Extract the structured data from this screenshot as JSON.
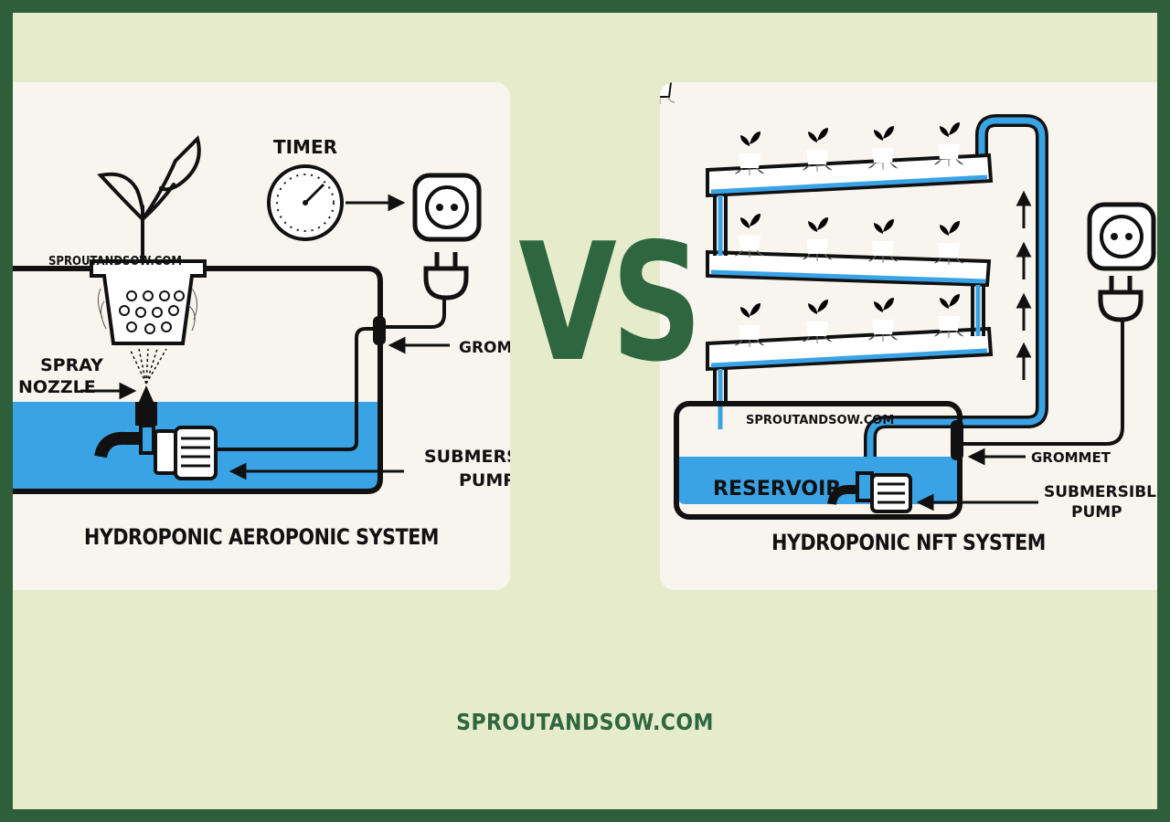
{
  "vs_label": "VS",
  "website": "SPROUTANDSOW.COM",
  "colors": {
    "border": "#2f5f3a",
    "background": "#e6eccb",
    "panel": "#f8f5ef",
    "water": "#3aa3e6",
    "accent": "#2e6640"
  },
  "left": {
    "title": "HYDROPONIC AEROPONIC SYSTEM",
    "pot_label": "SPROUTANDSOW.COM",
    "timer_label": "TIMER",
    "spray_label": [
      "SPRAY",
      "NOZZLE"
    ],
    "grommet_label": "GROMM",
    "pump_label": [
      "SUBMERSI",
      "PUMP"
    ],
    "icons": [
      "plant-icon",
      "timer-icon",
      "power-outlet-icon",
      "power-plug-icon",
      "pump-icon"
    ]
  },
  "right": {
    "title": "HYDROPONIC NFT SYSTEM",
    "tank_label": "SPROUTANDSOW.COM",
    "reservoir_label": "RESERVOIR",
    "grommet_label": "GROMMET",
    "pump_label": [
      "SUBMERSIBLE",
      "PUMP"
    ],
    "icons": [
      "seedling-icon",
      "power-outlet-icon",
      "power-plug-icon",
      "pump-icon",
      "arrow-up-icon"
    ]
  }
}
